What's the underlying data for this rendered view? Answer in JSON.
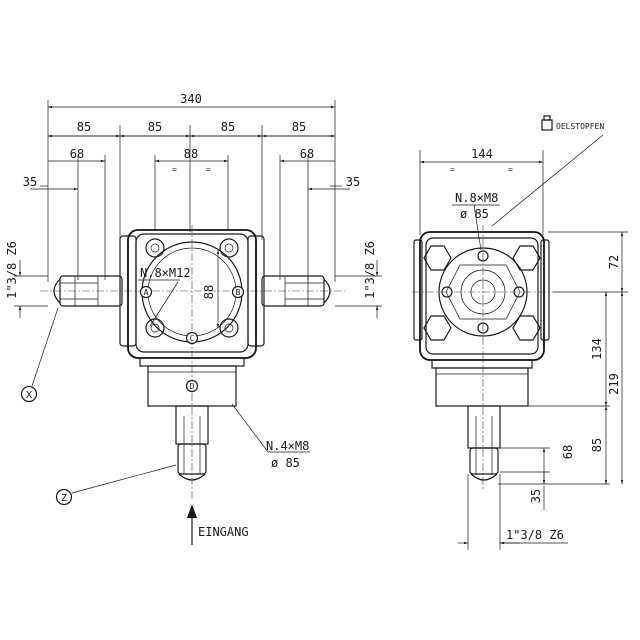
{
  "left_view": {
    "dims": {
      "overall": "340",
      "q1": "85",
      "q2": "85",
      "q3": "85",
      "q4": "85",
      "left_68": "68",
      "center_88": "88",
      "right_68": "68",
      "left_35": "35",
      "right_35": "35",
      "v_88": "88"
    },
    "shaft_left": "1\"3/8 Z6",
    "shaft_right": "1\"3/8 Z6",
    "bolt_top": "N.8×M12",
    "bolt_bottom_1": "N.4×M8",
    "bolt_bottom_2": "ø 85",
    "letters": {
      "a": "A",
      "b": "B",
      "c": "C",
      "d": "D"
    },
    "marker_x": "X",
    "marker_z": "Z",
    "input_label": "EINGANG"
  },
  "right_view": {
    "oil_plug": "OELSTOPFEN",
    "width": "144",
    "bolt_1": "N.8×M8",
    "bolt_2": "ø 85",
    "d72": "72",
    "d134": "134",
    "d219": "219",
    "d85": "85",
    "d68": "68",
    "d35": "35",
    "shaft": "1\"3/8 Z6"
  }
}
